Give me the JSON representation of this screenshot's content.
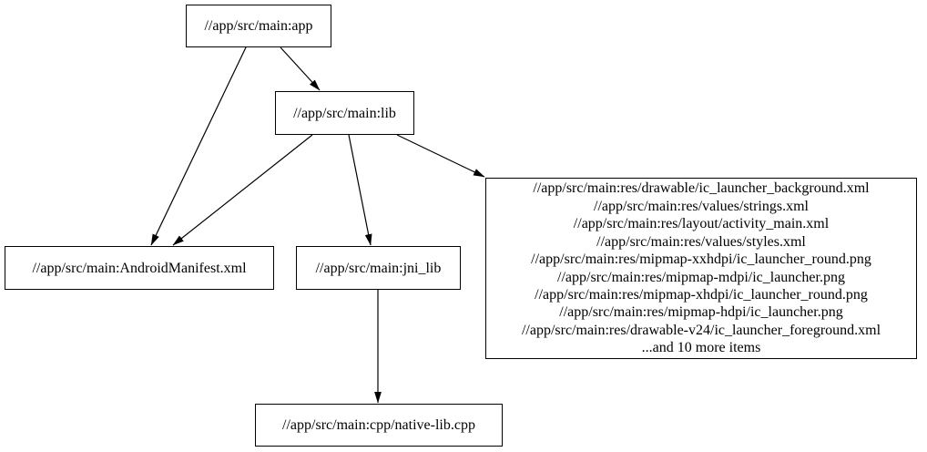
{
  "diagram": {
    "type": "build-dependency-graph",
    "background_color": "#ffffff",
    "node_fill_color": "#ffffff",
    "node_border_color": "#000000",
    "edge_color": "#000000",
    "text_color": "#000000",
    "nodes": {
      "app": {
        "label": "//app/src/main:app"
      },
      "lib": {
        "label": "//app/src/main:lib"
      },
      "android_manifest": {
        "label": "//app/src/main:AndroidManifest.xml"
      },
      "jni_lib": {
        "label": "//app/src/main:jni_lib"
      },
      "native_lib_cpp": {
        "label": "//app/src/main:cpp/native-lib.cpp"
      },
      "resources": {
        "lines": [
          "//app/src/main:res/drawable/ic_launcher_background.xml",
          "//app/src/main:res/values/strings.xml",
          "//app/src/main:res/layout/activity_main.xml",
          "//app/src/main:res/values/styles.xml",
          "//app/src/main:res/mipmap-xxhdpi/ic_launcher_round.png",
          "//app/src/main:res/mipmap-mdpi/ic_launcher.png",
          "//app/src/main:res/mipmap-xhdpi/ic_launcher_round.png",
          "//app/src/main:res/mipmap-hdpi/ic_launcher.png",
          "//app/src/main:res/drawable-v24/ic_launcher_foreground.xml",
          "...and 10 more items"
        ]
      }
    },
    "edges": [
      {
        "from": "app",
        "to": "lib"
      },
      {
        "from": "app",
        "to": "android_manifest"
      },
      {
        "from": "lib",
        "to": "android_manifest"
      },
      {
        "from": "lib",
        "to": "jni_lib"
      },
      {
        "from": "lib",
        "to": "resources"
      },
      {
        "from": "jni_lib",
        "to": "native_lib_cpp"
      }
    ]
  }
}
